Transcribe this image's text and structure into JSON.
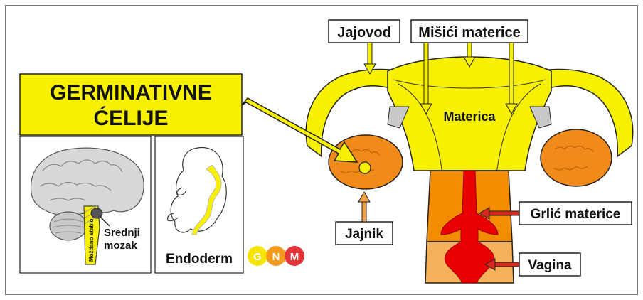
{
  "labels": {
    "jajovod": "Jajovod",
    "misici_materice": "Mišići materice",
    "germinativne_line1": "GERMINATIVNE",
    "germinativne_line2": "ĆELIJE",
    "materica": "Materica",
    "grlic_materice": "Grlić materice",
    "jajnik": "Jajnik",
    "vagina": "Vagina",
    "endoderm": "Endoderm",
    "srednji": "Srednji",
    "mozak": "mozak",
    "mozdano_stablo": "Moždano stablo"
  },
  "logo": {
    "letters": [
      "G",
      "N",
      "M"
    ],
    "colors": [
      "#f5e400",
      "#f39a1e",
      "#e5333a"
    ]
  },
  "colors": {
    "yellow": "#f7f000",
    "ovary_orange": "#f08a1a",
    "cervix_orange": "#f28c00",
    "red": "#e80000",
    "arrow_red": "#d8281e",
    "arrow_yellow": "#f7f000",
    "arrow_orange": "#f2a048",
    "outline": "#222222",
    "gray": "#c9c9c9"
  }
}
